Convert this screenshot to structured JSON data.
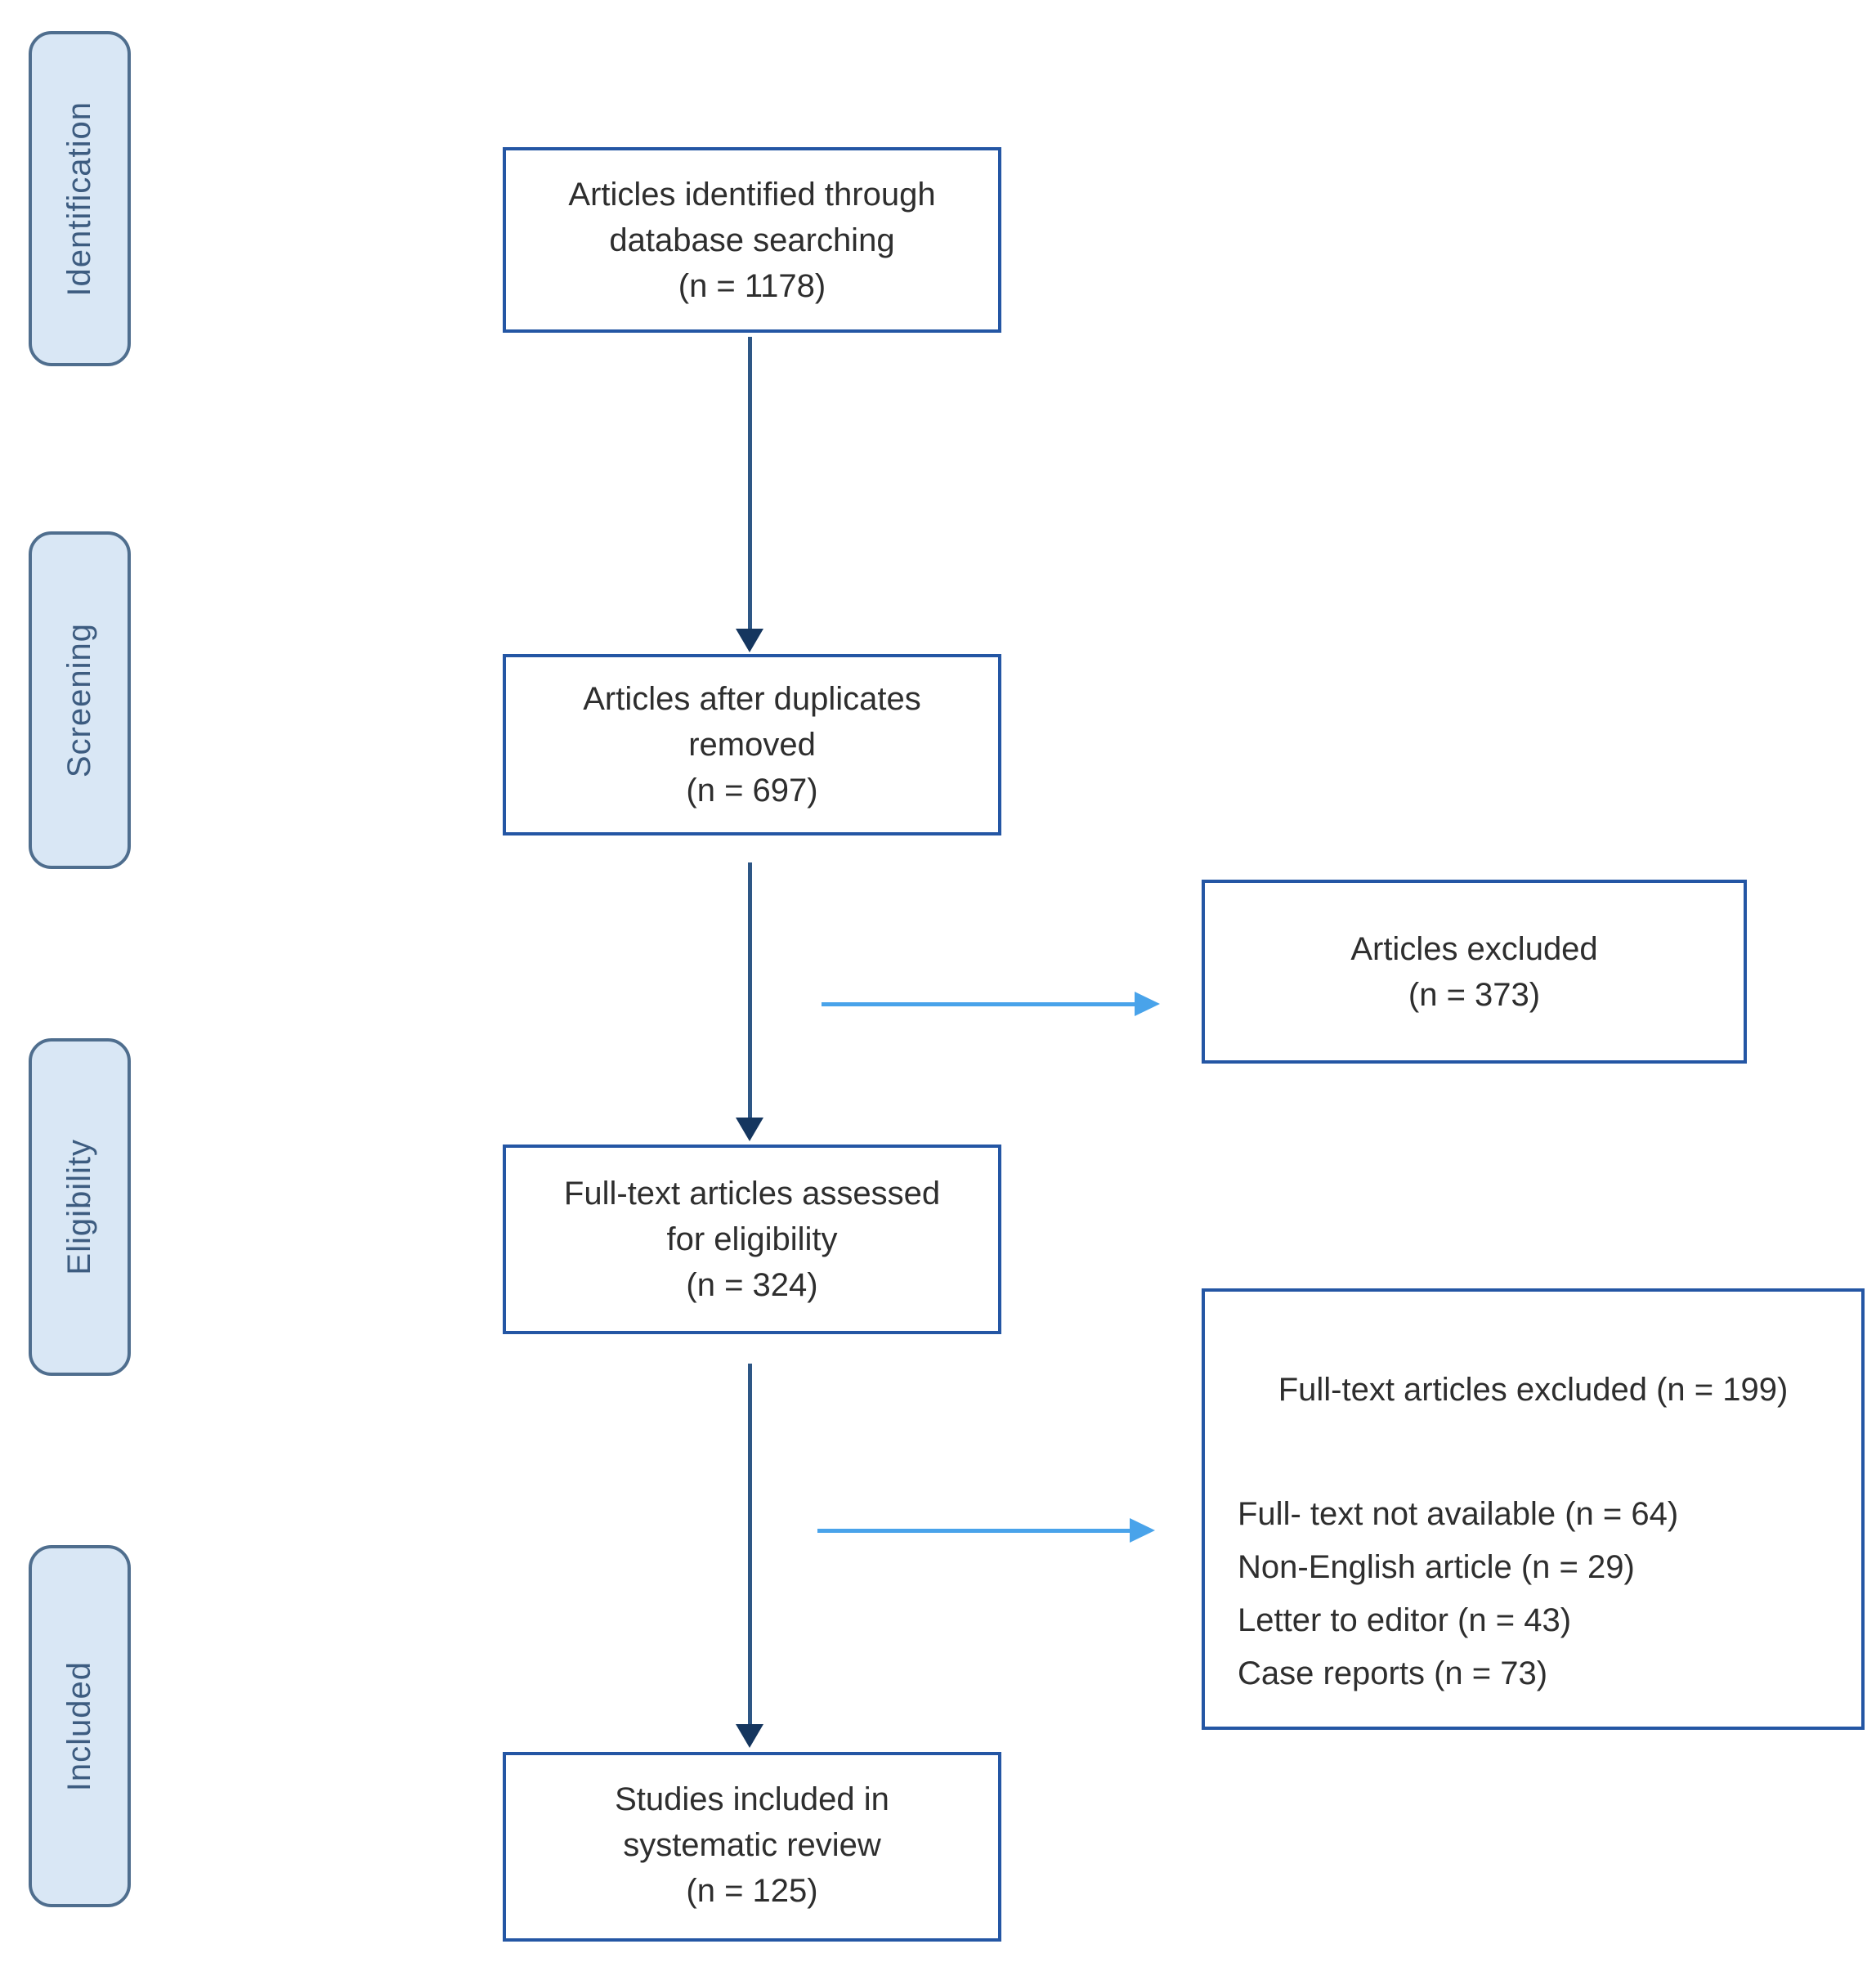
{
  "diagram": {
    "stages": [
      {
        "label": "Identification"
      },
      {
        "label": "Screening"
      },
      {
        "label": "Eligibility"
      },
      {
        "label": "Included"
      }
    ],
    "flow": [
      {
        "lines": [
          "Articles identified through",
          "database searching",
          "(n = 1178)"
        ]
      },
      {
        "lines": [
          "Articles after duplicates",
          "removed",
          "(n = 697)"
        ]
      },
      {
        "lines": [
          "Full-text articles assessed",
          "for eligibility",
          "(n = 324)"
        ]
      },
      {
        "lines": [
          "Studies included in",
          "systematic review",
          "(n = 125)"
        ]
      }
    ],
    "exclusions": [
      {
        "lines": [
          "Articles excluded",
          "(n = 373)"
        ]
      },
      {
        "title": "Full-text articles excluded (n = 199)",
        "items": [
          "Full- text not available (n = 64)",
          "Non-English article (n = 29)",
          "Letter to editor (n = 43)",
          "Case reports (n = 73)"
        ]
      }
    ],
    "colors": {
      "box_border": "#2456A4",
      "box_text": "#2E2E2E",
      "stage_fill": "#D9E7F5",
      "stage_border": "#4F6E8E",
      "stage_text": "#3D5C80",
      "arrow_dark_stem": "#2E5786",
      "arrow_dark_head": "#15365F",
      "arrow_light": "#49A3EA"
    }
  }
}
